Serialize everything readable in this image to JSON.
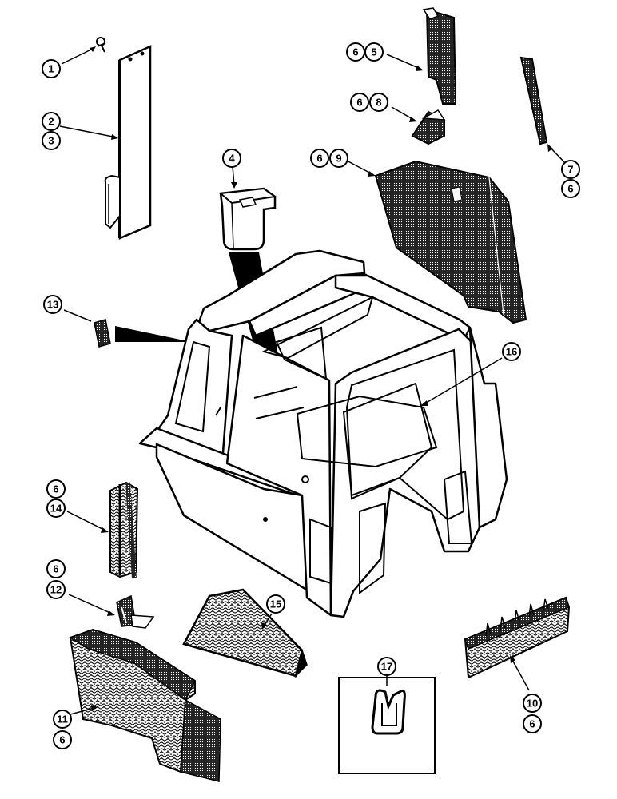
{
  "diagram": {
    "callouts": [
      {
        "id": "c1",
        "label": "1"
      },
      {
        "id": "c2",
        "label": "2"
      },
      {
        "id": "c3",
        "label": "3"
      },
      {
        "id": "c4",
        "label": "4"
      },
      {
        "id": "c5a",
        "label": "6"
      },
      {
        "id": "c5b",
        "label": "5"
      },
      {
        "id": "c8a",
        "label": "6"
      },
      {
        "id": "c8b",
        "label": "8"
      },
      {
        "id": "c9a",
        "label": "6"
      },
      {
        "id": "c9b",
        "label": "9"
      },
      {
        "id": "c7a",
        "label": "7"
      },
      {
        "id": "c7b",
        "label": "6"
      },
      {
        "id": "c13",
        "label": "13"
      },
      {
        "id": "c16",
        "label": "16"
      },
      {
        "id": "c14a",
        "label": "6"
      },
      {
        "id": "c14b",
        "label": "14"
      },
      {
        "id": "c12a",
        "label": "6"
      },
      {
        "id": "c12b",
        "label": "12"
      },
      {
        "id": "c15",
        "label": "15"
      },
      {
        "id": "c11a",
        "label": "11"
      },
      {
        "id": "c11b",
        "label": "6"
      },
      {
        "id": "c17",
        "label": "17"
      },
      {
        "id": "c10a",
        "label": "10"
      },
      {
        "id": "c10b",
        "label": "6"
      }
    ]
  }
}
